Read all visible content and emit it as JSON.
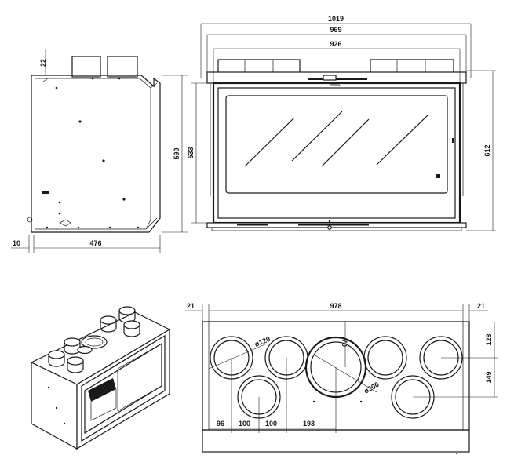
{
  "side_view": {
    "dims": {
      "top_offset": "22",
      "height": "590",
      "bottom_offset": "10",
      "depth": "476"
    }
  },
  "front_view": {
    "dims": {
      "width_outer": "1019",
      "width_mid": "969",
      "width_inner": "926",
      "height_inner": "533",
      "height_outer": "612"
    }
  },
  "top_view": {
    "dims": {
      "left_margin": "21",
      "width": "978",
      "right_margin": "21",
      "dia_small": "ø120",
      "dia_large": "ø200",
      "offset_70": "70",
      "offset_128": "128",
      "offset_149": "149",
      "spacing_96": "96",
      "spacing_100a": "100",
      "spacing_100b": "100",
      "spacing_193": "193"
    }
  },
  "colors": {
    "line": "#1a1a1a",
    "background": "#ffffff"
  }
}
